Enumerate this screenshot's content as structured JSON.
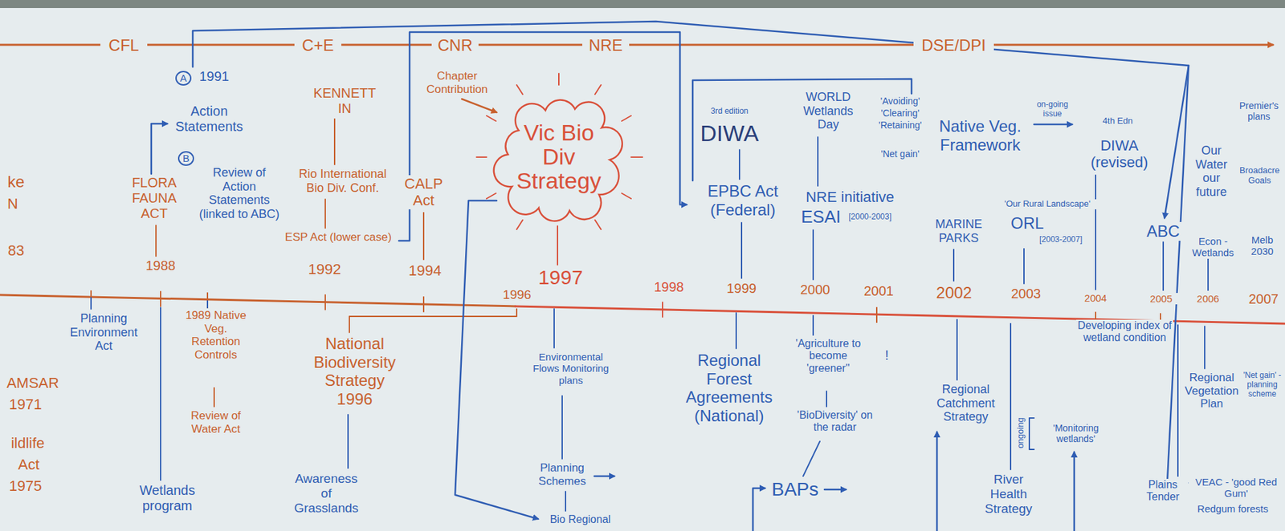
{
  "diagram": {
    "nodes": [
      {
        "text": [
          "Vic Bio Div Strategy"
        ]
      }
    ],
    "labels": [
      "CFL",
      "C+E",
      "CNR",
      "NRE",
      "DSE/DPI",
      "ke",
      "N",
      "83",
      "AMSAR",
      "1971",
      "ildlife",
      "Act",
      "1975",
      "A",
      "1991",
      "Action Statements",
      "B",
      "Review of Action Statements (linked to ABC)",
      "FLORA FAUNA ACT",
      "1988",
      "KENNETT IN",
      "Rio International Bio Div. Conf.",
      "ESP Act (lower case)",
      "CALP Act",
      "1992",
      "1994",
      "Chapter Contribution",
      "1996",
      "1997",
      "1998",
      "1999",
      "2000",
      "2001",
      "2002",
      "2003",
      "2004",
      "2005",
      "2006",
      "2007",
      "3rd edition",
      "DIWA",
      "EPBC Act (Federal)",
      "WORLD Wetlands Day",
      "NRE initiative",
      "ESAI",
      "[2000-2003]",
      "'Avoiding'",
      "'Clearing'",
      "'Retaining'",
      "'Net gain'",
      "Native Veg. Framework",
      "on-going issue",
      "MARINE PARKS",
      "'Our Rural Landscape'",
      "ORL",
      "[2003-2007]",
      "4th Edn",
      "DIWA (revised)",
      "ABC",
      "Our Water our future",
      "Econ - Wetlands",
      "Melb 2030",
      "Premier's plans",
      "Broadacre Goals",
      "Planning Environment Act",
      "1989 Native Veg. Retention Controls",
      "Review of Water Act",
      "Wetlands program",
      "National Biodiversity Strategy 1996",
      "Awareness of Grasslands",
      "Environmental Flows Monitoring plans",
      "Planning Schemes",
      "Bio Regional",
      "Regional Forest Agreements (National)",
      "'Agriculture to become 'greener''",
      "!",
      "'BioDiversity' on the radar",
      "BAPs",
      "Regional Catchment Strategy",
      "River Health Strategy",
      "Developing index of wetland condition",
      "ongoing",
      "'Monitoring wetlands'",
      "Plains Tender",
      "Regional Vegetation Plan",
      "'Net gain' - planning scheme",
      "VEAC - 'good Red Gum'",
      "Redgum forests"
    ]
  }
}
